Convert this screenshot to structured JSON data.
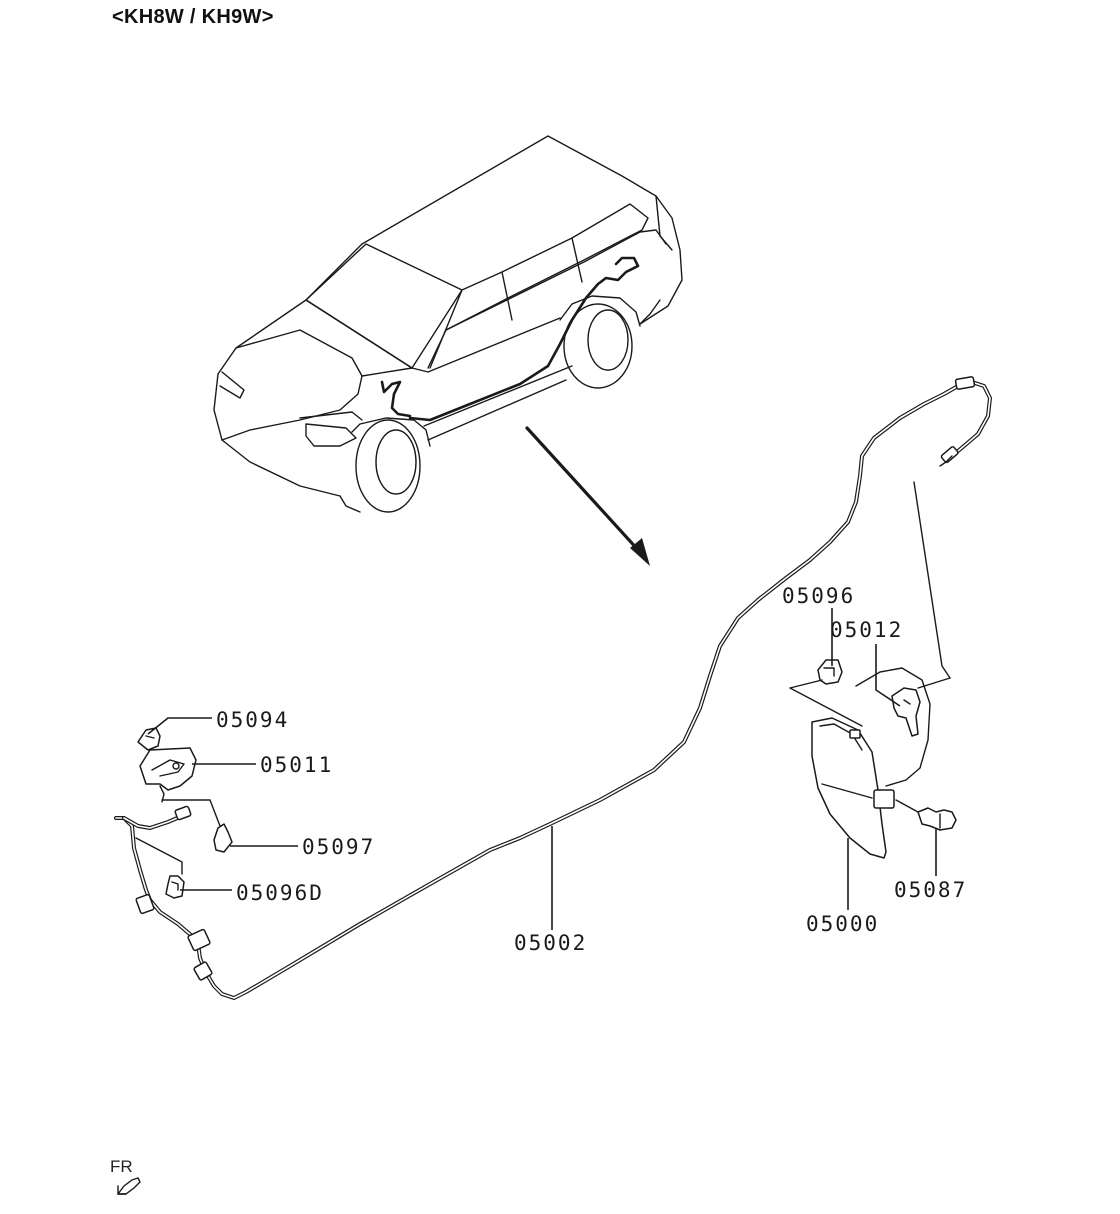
{
  "title": "<KH8W / KH9W>",
  "parts": {
    "p05096": "05096",
    "p05012": "05012",
    "p05094": "05094",
    "p05011": "05011",
    "p05097": "05097",
    "p05096d": "05096D",
    "p05002": "05002",
    "p05087": "05087",
    "p05000": "05000"
  },
  "direction_marker": {
    "label": "FR",
    "icon": "front-direction-arrow-icon"
  },
  "colors": {
    "line": "#1a1a1a",
    "background": "#ffffff"
  }
}
